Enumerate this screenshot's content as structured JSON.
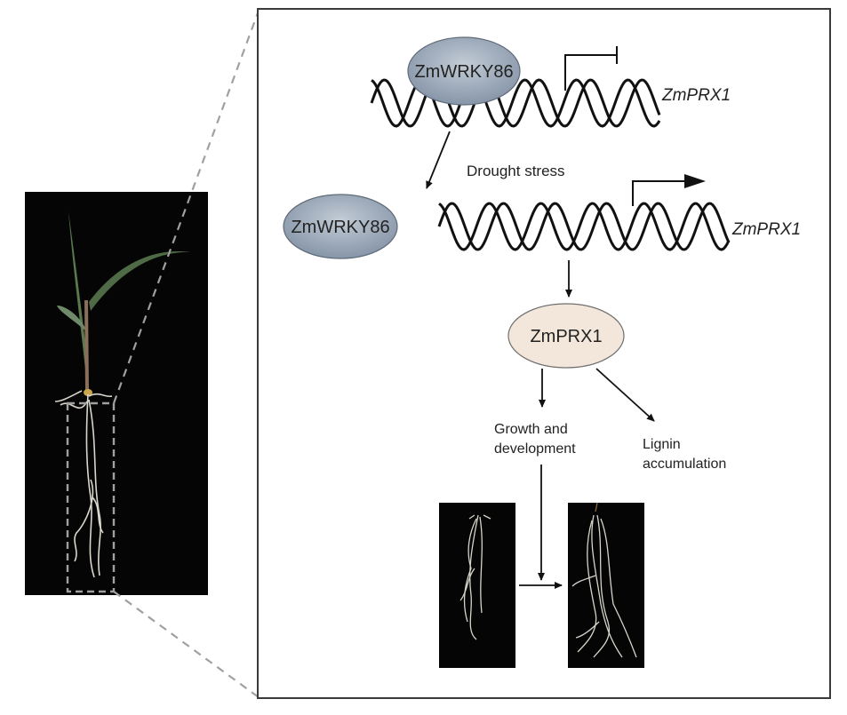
{
  "diagram": {
    "nodes": {
      "wrky_bound": {
        "label": "ZmWRKY86",
        "fill": "#9aa8b8"
      },
      "wrky_free": {
        "label": "ZmWRKY86",
        "fill": "#9aa8b8"
      },
      "prx_protein": {
        "label": "ZmPRX1",
        "fill": "#f3e6da"
      }
    },
    "genes": {
      "repressed": {
        "label": "ZmPRX1"
      },
      "active": {
        "label": "ZmPRX1"
      }
    },
    "labels": {
      "condition": "Drought stress",
      "growth_line1": "Growth and",
      "growth_line2": "development",
      "lignin_line1": "Lignin",
      "lignin_line2": "accumulation"
    },
    "panels": {
      "plant_photo": "Maize seedling with roots (dashed box marks root region)",
      "root_before": "Root system (before)",
      "root_after": "Root system (after)"
    },
    "colors": {
      "frame": "#3a3a3a",
      "dashed": "#9a9a9a",
      "photo_bg": "#050505",
      "root": "#d9d6cc",
      "leaf": "#4f6b45"
    }
  }
}
